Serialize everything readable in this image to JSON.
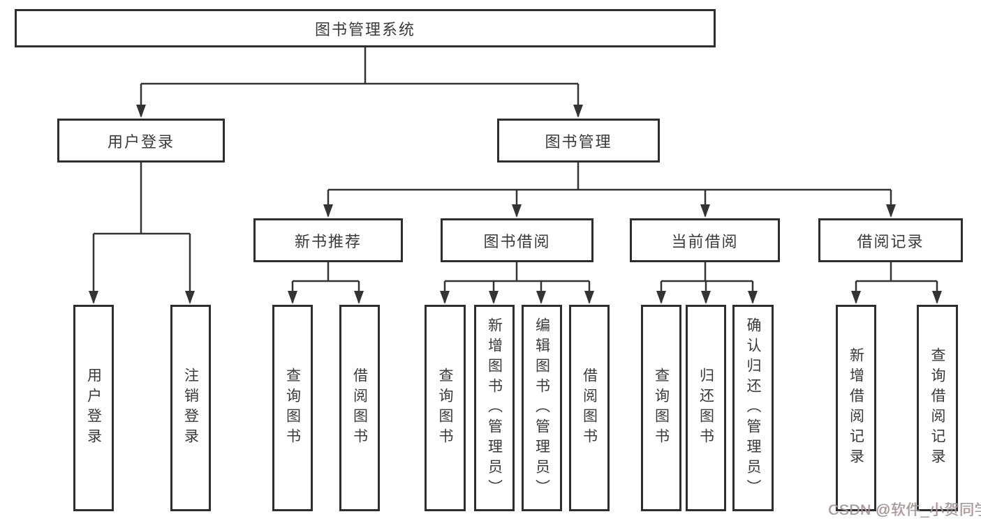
{
  "colors": {
    "line": "#333333",
    "border": "#2e2e2e",
    "text": "#3a3a3a",
    "watermark": "#9a9a9a"
  },
  "tree": {
    "label": "图书管理系统",
    "children": [
      {
        "label": "用户登录",
        "children": [
          {
            "label": "用户登录"
          },
          {
            "label": "注销登录"
          }
        ]
      },
      {
        "label": "图书管理",
        "children": [
          {
            "label": "新书推荐",
            "children": [
              {
                "label": "查询图书"
              },
              {
                "label": "借阅图书"
              }
            ]
          },
          {
            "label": "图书借阅",
            "children": [
              {
                "label": "查询图书"
              },
              {
                "label": "新增图书（管理员）"
              },
              {
                "label": "编辑图书（管理员）"
              },
              {
                "label": "借阅图书"
              }
            ]
          },
          {
            "label": "当前借阅",
            "children": [
              {
                "label": "查询图书"
              },
              {
                "label": "归还图书"
              },
              {
                "label": "确认归还（管理员）"
              }
            ]
          },
          {
            "label": "借阅记录",
            "children": [
              {
                "label": "新增借阅记录"
              },
              {
                "label": "查询借阅记录"
              }
            ]
          }
        ]
      }
    ]
  },
  "watermark": {
    "text": "CSDN @软件_小贺同学"
  }
}
